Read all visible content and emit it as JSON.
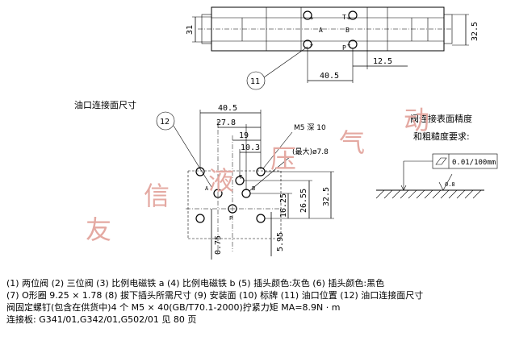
{
  "top_view": {
    "dims": {
      "d31": "31",
      "d32_5": "32.5",
      "d12_5": "12.5",
      "d40_5": "40.5"
    },
    "port_letters": {
      "t": "T",
      "a": "A",
      "b": "B",
      "p": "P"
    },
    "marker": "11"
  },
  "interface": {
    "title": "油口连接面尺寸",
    "marker": "12",
    "dims": {
      "d40_5": "40.5",
      "d27_8": "27.8",
      "d19": "19",
      "d10_3": "10.3",
      "d32_5": "32.5",
      "d26_55": "26.55",
      "d16_25": "16.25",
      "d5_95": "5.95",
      "d0_75": "0.75"
    },
    "port_letters": {
      "t": "T",
      "a": "A",
      "b": "B",
      "p": "P"
    },
    "m5_label": "M5 深 10",
    "max_label": "(最大)ø7.8"
  },
  "surface_spec": {
    "title_line1": "阀连接表面精度",
    "title_line2": "和粗糙度要求:",
    "flatness": "0.01/100mm",
    "roughness": "0.8"
  },
  "watermark": [
    "友",
    "信",
    "液",
    "压",
    "气",
    "动"
  ],
  "legend": {
    "line1": "(1) 两位阀   (2) 三位阀  (3) 比例电磁铁 a   (4) 比例电磁铁 b  (5) 插头颜色:灰色  (6) 插头颜色:黑色",
    "line2": "(7) O形圈 9.25 × 1.78  (8) 拔下插头所需尺寸  (9) 安装面  (10) 标牌   (11) 油口位置  (12) 油口连接面尺寸",
    "line3": "阀固定螺钉(包含在供货中)4 个 M5 × 40(GB/T70.1-2000)拧紧力矩 MA=8.9N · m",
    "line4": "连接板: G341/01,G342/01,G502/01    见 80 页"
  }
}
